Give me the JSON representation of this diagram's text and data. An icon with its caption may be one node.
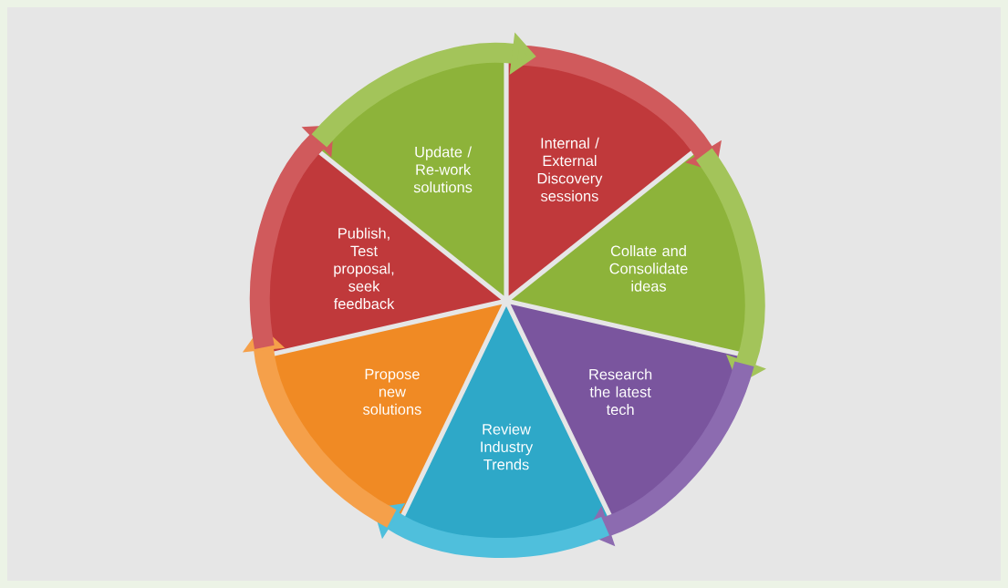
{
  "diagram": {
    "nodes": [
      {
        "text": [
          "Internal / External Discovery sessions"
        ]
      },
      {
        "text": [
          "Collate and Consolidate ideas"
        ]
      },
      {
        "text": [
          "Research the latest tech"
        ]
      },
      {
        "text": [
          "Review Industry Trends"
        ]
      },
      {
        "text": [
          "Propose new solutions"
        ]
      },
      {
        "text": [
          "Publish, Test proposal, seek feedback"
        ]
      },
      {
        "text": [
          "Update / Re-work solutions"
        ]
      }
    ],
    "edges": [
      {
        "from": 0,
        "to": 1,
        "arrow": "to",
        "color": "#d05a5c"
      },
      {
        "from": 1,
        "to": 2,
        "arrow": "to",
        "color": "#a3c45a"
      },
      {
        "from": 2,
        "to": 3,
        "arrow": "to",
        "color": "#8c6bb0"
      },
      {
        "from": 3,
        "to": 4,
        "arrow": "to",
        "color": "#4fbfdc"
      },
      {
        "from": 4,
        "to": 5,
        "arrow": "to",
        "color": "#f5a04a"
      },
      {
        "from": 5,
        "to": 6,
        "arrow": "to",
        "color": "#d05a5c"
      },
      {
        "from": 6,
        "to": 0,
        "arrow": "to",
        "color": "#a3c45a"
      }
    ]
  }
}
